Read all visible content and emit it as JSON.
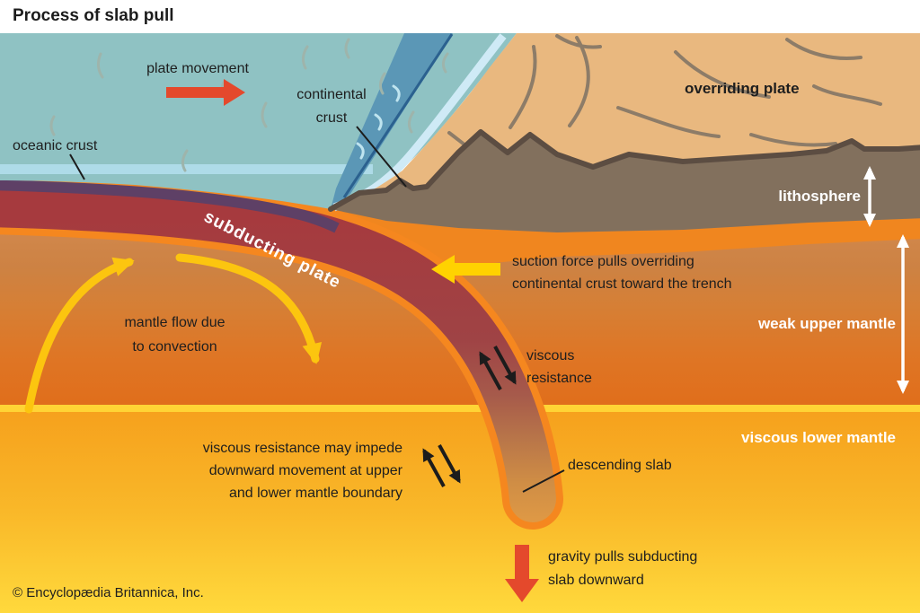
{
  "title": "Process of slab pull",
  "credit": "© Encyclopædia Britannica, Inc.",
  "labels": {
    "plate_movement": "plate movement",
    "continental_crust": [
      "continental",
      "crust"
    ],
    "oceanic_crust": "oceanic crust",
    "overriding_plate": "overriding plate",
    "lithosphere": "lithosphere",
    "subducting_plate": "subducting plate",
    "suction_force": [
      "suction force pulls overriding",
      "continental crust toward the trench"
    ],
    "weak_upper_mantle": "weak upper mantle",
    "viscous_resistance": [
      "viscous",
      "resistance"
    ],
    "mantle_flow": [
      "mantle flow due",
      "to convection"
    ],
    "viscous_lower_mantle": "viscous lower mantle",
    "boundary_note": [
      "viscous resistance may impede",
      "downward movement at upper",
      "and lower mantle boundary"
    ],
    "descending_slab": "descending slab",
    "gravity_pull": [
      "gravity pulls subducting",
      "slab downward"
    ],
    "subducting_plate_note": "subducting plate"
  },
  "colors": {
    "ocean_teal": "#8fc2c3",
    "ocean_stripe": "#aedbe8",
    "trench_band": "#5b97b6",
    "shore_stripe": "#cfeaf6",
    "mountain_tan": "#e9b87f",
    "lithosphere_brown": "#82705d",
    "ridge_line": "#5c4d42",
    "bright_orange_band": "#f0861f",
    "upper_mantle_orange": "#d67f35",
    "boundary_yellow": "#ffd435",
    "lower_mantle_gold": "#f8b829",
    "slab_red": "#a63a3e",
    "oceanic_crust_purple": "#5e4066",
    "slab_halo": "#f5871f",
    "arrow_red": "#e4492c",
    "arrow_yellow": "#ffd200",
    "convection_yellow": "#fcc50f",
    "text_black": "#1e1e1e",
    "text_white": "#ffffff"
  }
}
